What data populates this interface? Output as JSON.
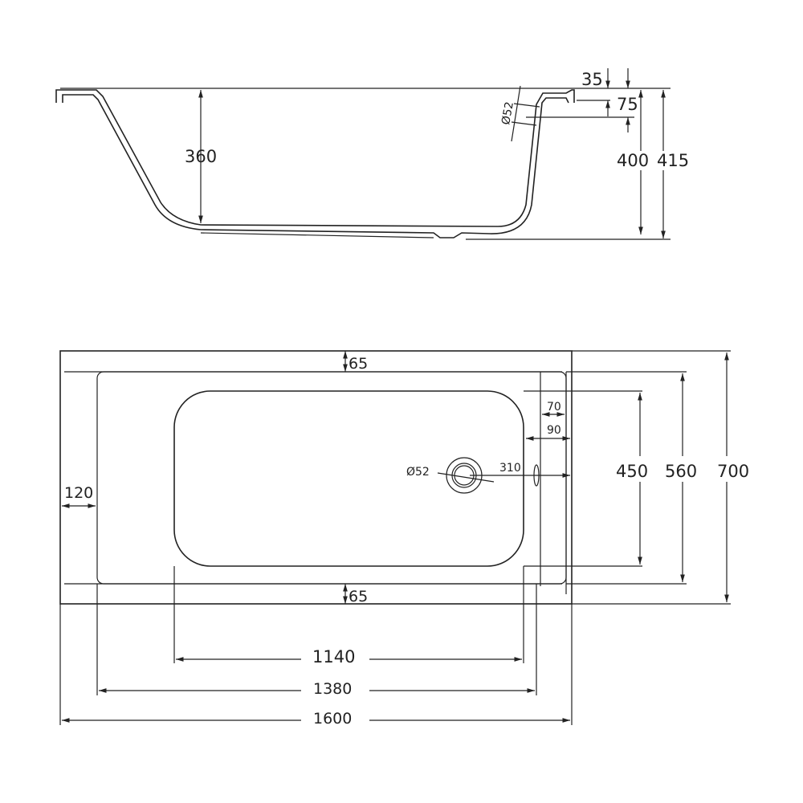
{
  "side_view": {
    "depth_inner": "360",
    "overflow_from_top": "35",
    "overflow_center": "75",
    "overflow_diameter": "Ø52",
    "height_rim": "400",
    "height_total": "415"
  },
  "top_view": {
    "rim_top": "65",
    "rim_bottom": "65",
    "rim_left": "120",
    "rim_right_inner": "70",
    "rim_right_outer": "90",
    "drain_diameter": "Ø52",
    "drain_offset": "310",
    "basin_width": "450",
    "inner_width": "560",
    "outer_width": "700",
    "basin_length": "1140",
    "inner_length": "1380",
    "outer_length": "1600"
  }
}
